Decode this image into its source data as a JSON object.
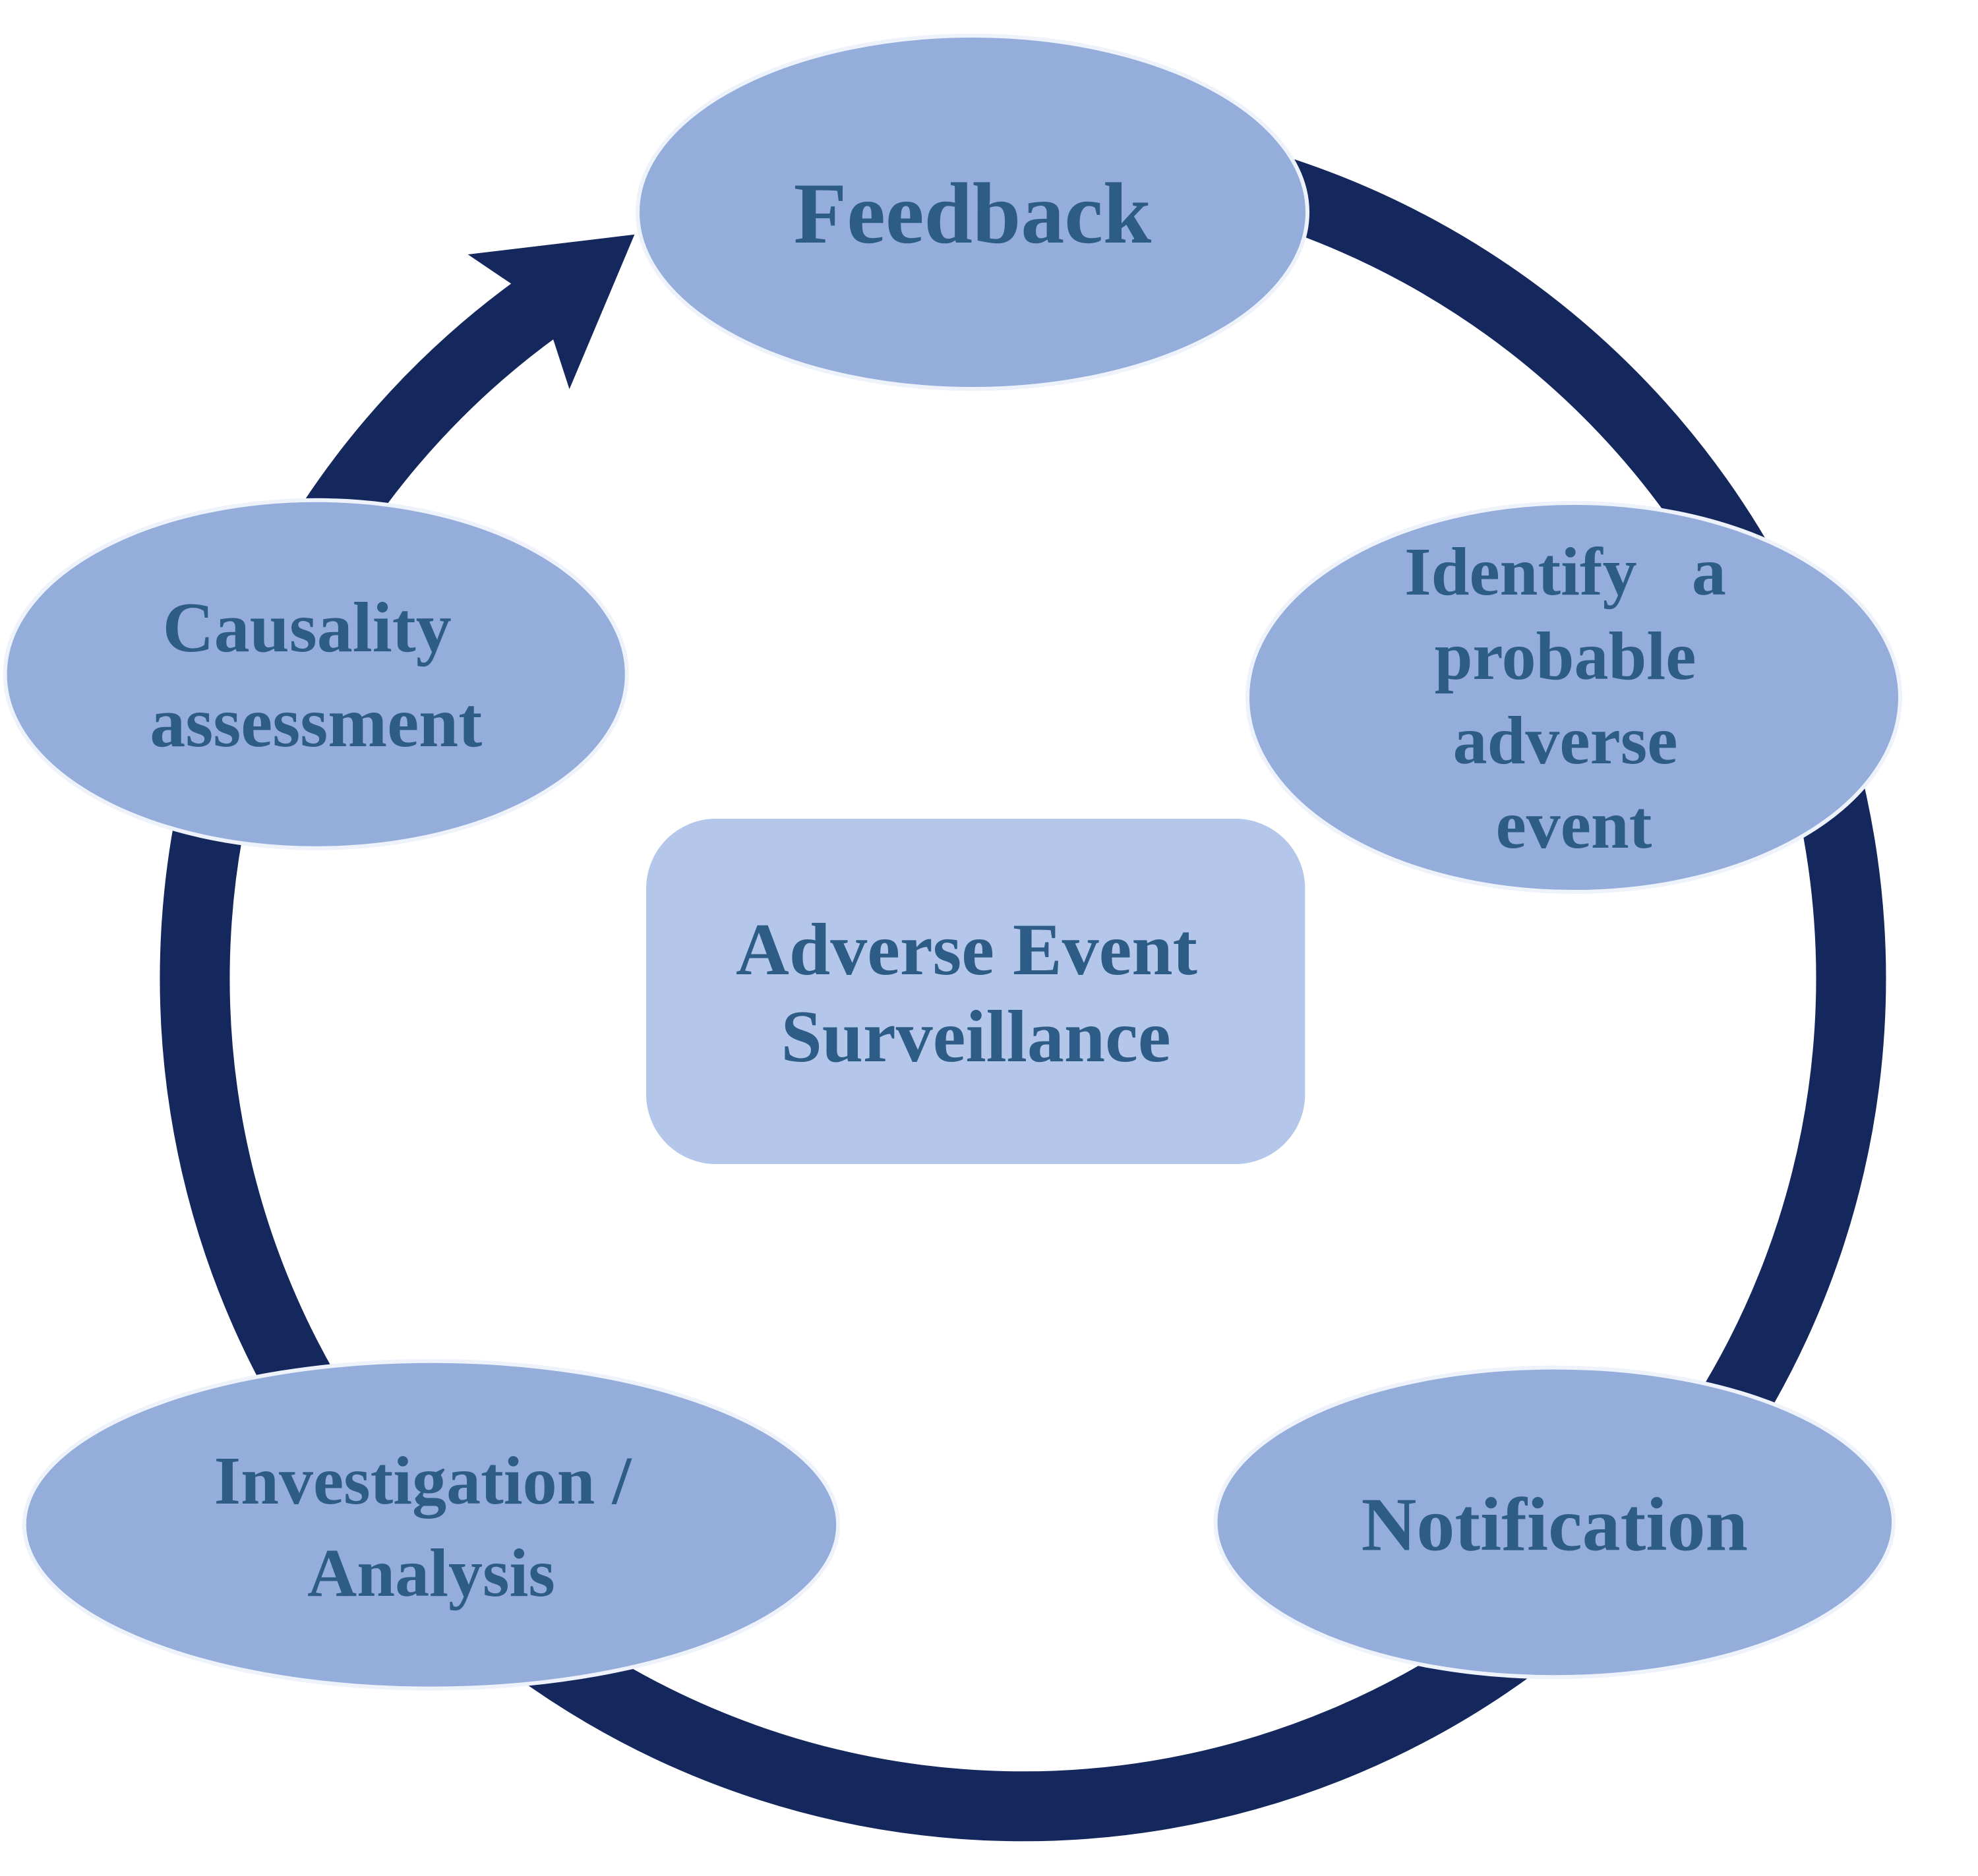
{
  "colors": {
    "node_fill": "#94ADDB",
    "center_fill": "#B4C6E9",
    "ring": "#14285E",
    "text": "#2D5C86"
  },
  "center": {
    "lines": [
      "Adverse Event",
      "Surveillance"
    ]
  },
  "nodes": [
    {
      "id": "feedback",
      "lines": [
        "Feedback"
      ]
    },
    {
      "id": "identify-adverse-event",
      "lines": [
        "Identify a",
        "probable",
        "adverse",
        "event"
      ]
    },
    {
      "id": "notification",
      "lines": [
        "Notification"
      ]
    },
    {
      "id": "investigation-analysis",
      "lines": [
        "Investigation /",
        "Analysis"
      ]
    },
    {
      "id": "causality-assessment",
      "lines": [
        "Causality",
        "assessment"
      ]
    }
  ]
}
